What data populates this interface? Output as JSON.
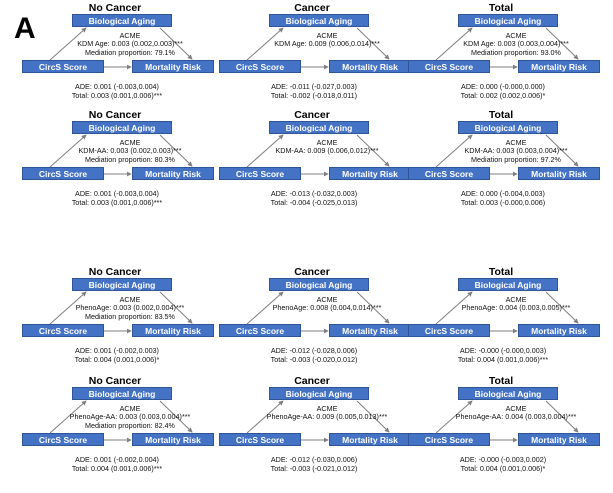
{
  "panel_label": "A",
  "colors": {
    "box_fill": "#4472c4",
    "box_border": "#2f5597",
    "arrow": "#7f7f7f"
  },
  "panels": [
    {
      "title": "No Cancer",
      "bio_label": "Biological Aging",
      "circ_label": "CircS Score",
      "mort_label": "Mortality Risk",
      "acme": "ACME",
      "indirect": "KDM Age: 0.003 (0.002,0.003)***",
      "mediation": "Mediation proportion: 79.1%",
      "ade": "ADE: 0.001 (-0.003,0.004)",
      "total": "Total: 0.003 (0.001,0.006)***"
    },
    {
      "title": "Cancer",
      "bio_label": "Biological Aging",
      "circ_label": "CircS Score",
      "mort_label": "Mortality Risk",
      "acme": "ACME",
      "indirect": "KDM Age: 0.009 (0.006,0.014)***",
      "mediation": "",
      "ade": "ADE: -0.011 (-0.027,0.003)",
      "total": "Total: -0.002 (-0.018,0.011)"
    },
    {
      "title": "Total",
      "bio_label": "Biological Aging",
      "circ_label": "CircS Score",
      "mort_label": "Mortality Risk",
      "acme": "ACME",
      "indirect": "KDM Age: 0.003 (0.003,0.004)***",
      "mediation": "Mediation proportion: 93.0%",
      "ade": "ADE: 0.000 (-0.000,0.000)",
      "total": "Total: 0.002 (0.002,0.006)*"
    },
    {
      "title": "No Cancer",
      "bio_label": "Biological Aging",
      "circ_label": "CircS Score",
      "mort_label": "Mortality Risk",
      "acme": "ACME",
      "indirect": "KDM-AA: 0.003 (0.002,0.003)***",
      "mediation": "Mediation proportion: 80.3%",
      "ade": "ADE: 0.001 (-0.003,0.004)",
      "total": "Total: 0.003 (0.001,0.006)***"
    },
    {
      "title": "Cancer",
      "bio_label": "Biological Aging",
      "circ_label": "CircS Score",
      "mort_label": "Mortality Risk",
      "acme": "ACME",
      "indirect": "KDM-AA: 0.009 (0.006,0.012)***",
      "mediation": "",
      "ade": "ADE: -0.013 (-0.032,0.003)",
      "total": "Total: -0.004 (-0.025,0.013)"
    },
    {
      "title": "Total",
      "bio_label": "Biological Aging",
      "circ_label": "CircS Score",
      "mort_label": "Mortality Risk",
      "acme": "ACME",
      "indirect": "KDM-AA: 0.003 (0.003,0.004)***",
      "mediation": "Mediation proportion: 97.2%",
      "ade": "ADE: 0.000 (-0.004,0.003)",
      "total": "Total: 0.003 (-0.000,0.006)"
    },
    {
      "title": "No Cancer",
      "bio_label": "Biological Aging",
      "circ_label": "CircS Score",
      "mort_label": "Mortality Risk",
      "acme": "ACME",
      "indirect": "PhenoAge: 0.003 (0.002,0.004)***",
      "mediation": "Mediation proportion: 83.5%",
      "ade": "ADE: 0.001 (-0.002,0.003)",
      "total": "Total: 0.004 (0.001,0.006)*"
    },
    {
      "title": "Cancer",
      "bio_label": "Biological Aging",
      "circ_label": "CircS Score",
      "mort_label": "Mortality Risk",
      "acme": "ACME",
      "indirect": "PhenoAge: 0.008 (0.004,0.014)***",
      "mediation": "",
      "ade": "ADE: -0.012 (-0.028,0.006)",
      "total": "Total: -0.003 (-0.020,0.012)"
    },
    {
      "title": "Total",
      "bio_label": "Biological Aging",
      "circ_label": "CircS Score",
      "mort_label": "Mortality Risk",
      "acme": "ACME",
      "indirect": "PhenoAge: 0.004 (0.003,0.005)***",
      "mediation": "",
      "ade": "ADE: -0.000 (-0.000,0.003)",
      "total": "Total: 0.004 (0.001,0.006)***"
    },
    {
      "title": "No Cancer",
      "bio_label": "Biological Aging",
      "circ_label": "CircS Score",
      "mort_label": "Mortality Risk",
      "acme": "ACME",
      "indirect": "PhenoAge-AA: 0.003 (0.003,0.004)***",
      "mediation": "Mediation proportion: 82.4%",
      "ade": "ADE: 0.001 (-0.002,0.004)",
      "total": "Total: 0.004 (0.001,0.006)***"
    },
    {
      "title": "Cancer",
      "bio_label": "Biological Aging",
      "circ_label": "CircS Score",
      "mort_label": "Mortality Risk",
      "acme": "ACME",
      "indirect": "PhenoAge-AA: 0.009 (0.005,0.013)***",
      "mediation": "",
      "ade": "ADE: -0.012 (-0.030,0.006)",
      "total": "Total: -0.003 (-0.021,0.012)"
    },
    {
      "title": "Total",
      "bio_label": "Biological Aging",
      "circ_label": "CircS Score",
      "mort_label": "Mortality Risk",
      "acme": "ACME",
      "indirect": "PhenoAge-AA: 0.004 (0.003,0.004)***",
      "mediation": "",
      "ade": "ADE: -0.000 (-0.003,0.002)",
      "total": "Total: 0.004 (0.001,0.006)*"
    }
  ]
}
